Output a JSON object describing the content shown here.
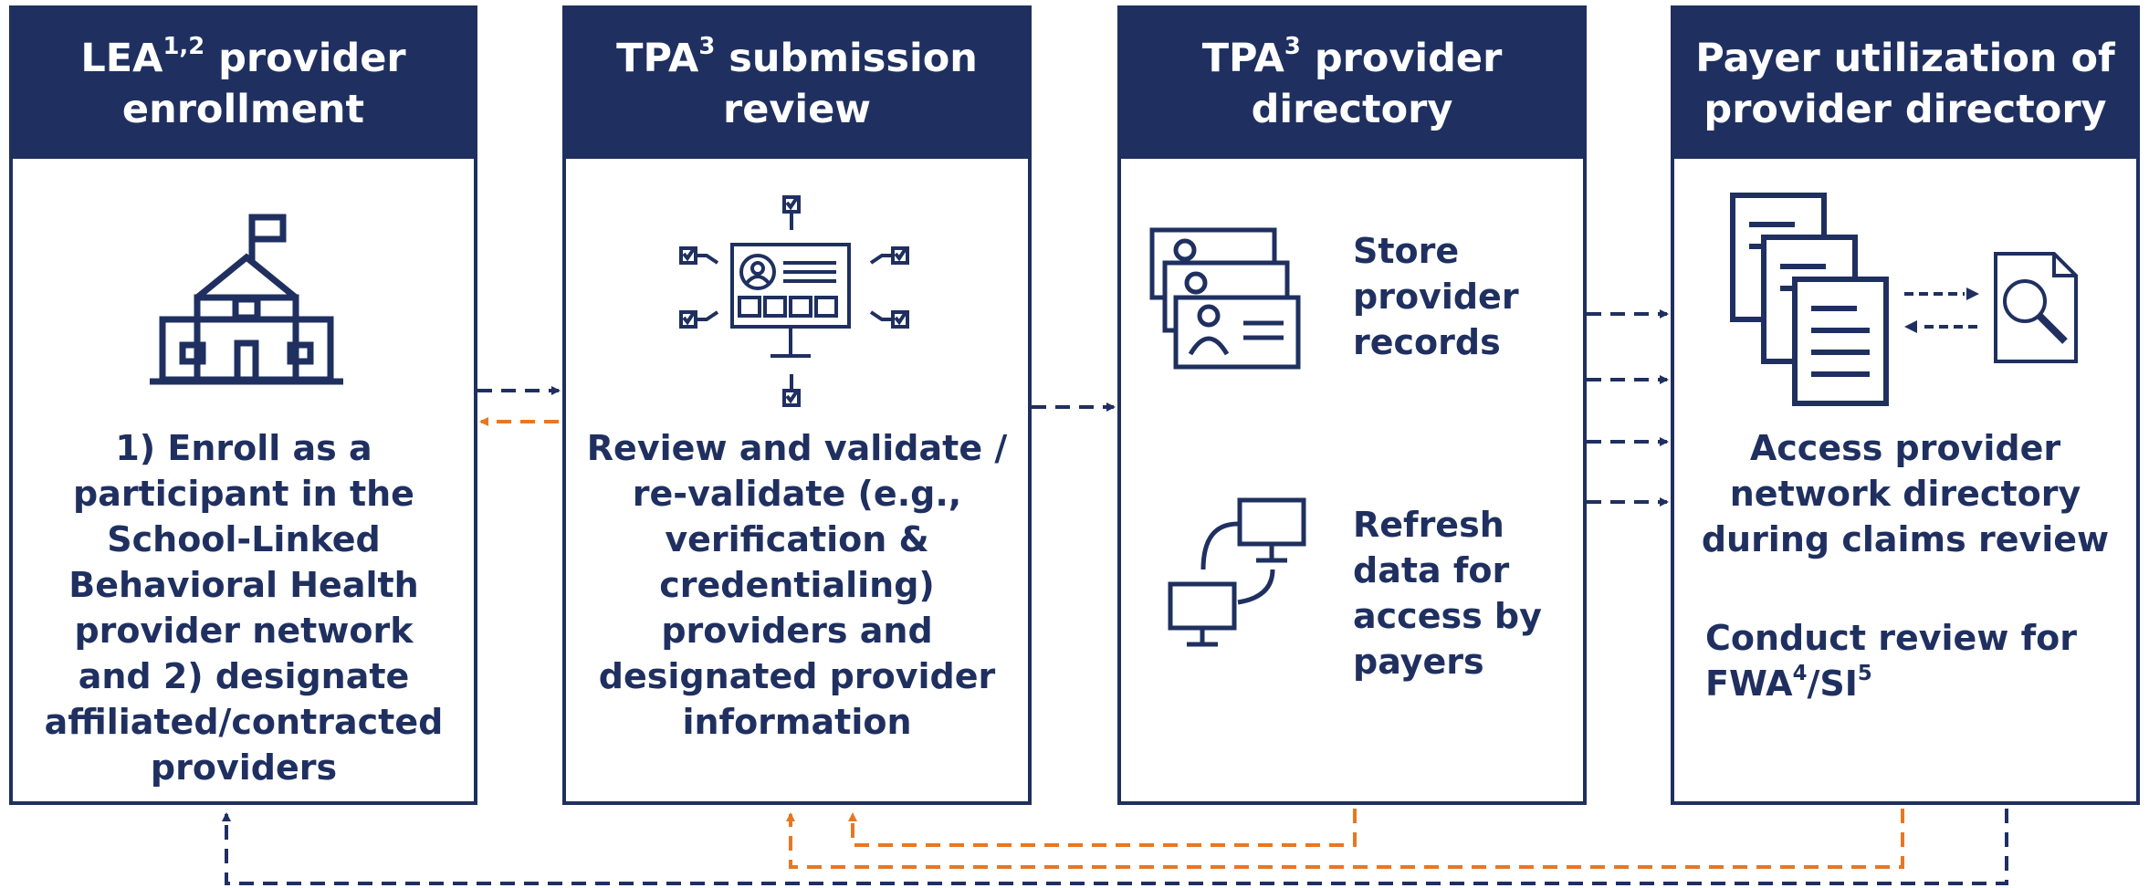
{
  "columns": [
    {
      "title_main": "LEA",
      "title_sup": "1,2",
      "title_rest": " provider enrollment",
      "body": "1) Enroll as a participant in the School-Linked Behavioral Health provider network and 2) designate affiliated/contracted providers",
      "icon": "school-icon"
    },
    {
      "title_main": "TPA",
      "title_sup": "3",
      "title_rest": " submission review",
      "body": "Review and validate / re-validate (e.g., verification & credentialing) providers and designated provider information",
      "icon": "validation-dashboard-icon"
    },
    {
      "title_main": "TPA",
      "title_sup": "3",
      "title_rest": " provider directory",
      "store_text": "Store provider records",
      "refresh_text": "Refresh data for access by payers",
      "icons": [
        "provider-cards-icon",
        "networked-computers-icon"
      ]
    },
    {
      "title_main": "Payer utilization of provider directory",
      "title_sup": "",
      "title_rest": "",
      "access_text": "Access provider network directory during claims review",
      "review_main": "Conduct review for FWA",
      "review_sup1": "4",
      "review_mid": "/SI",
      "review_sup2": "5",
      "icons": [
        "documents-icon",
        "magnifier-document-icon"
      ]
    }
  ],
  "colors": {
    "navy": "#1f3060",
    "orange": "#e87722",
    "white": "#ffffff"
  }
}
